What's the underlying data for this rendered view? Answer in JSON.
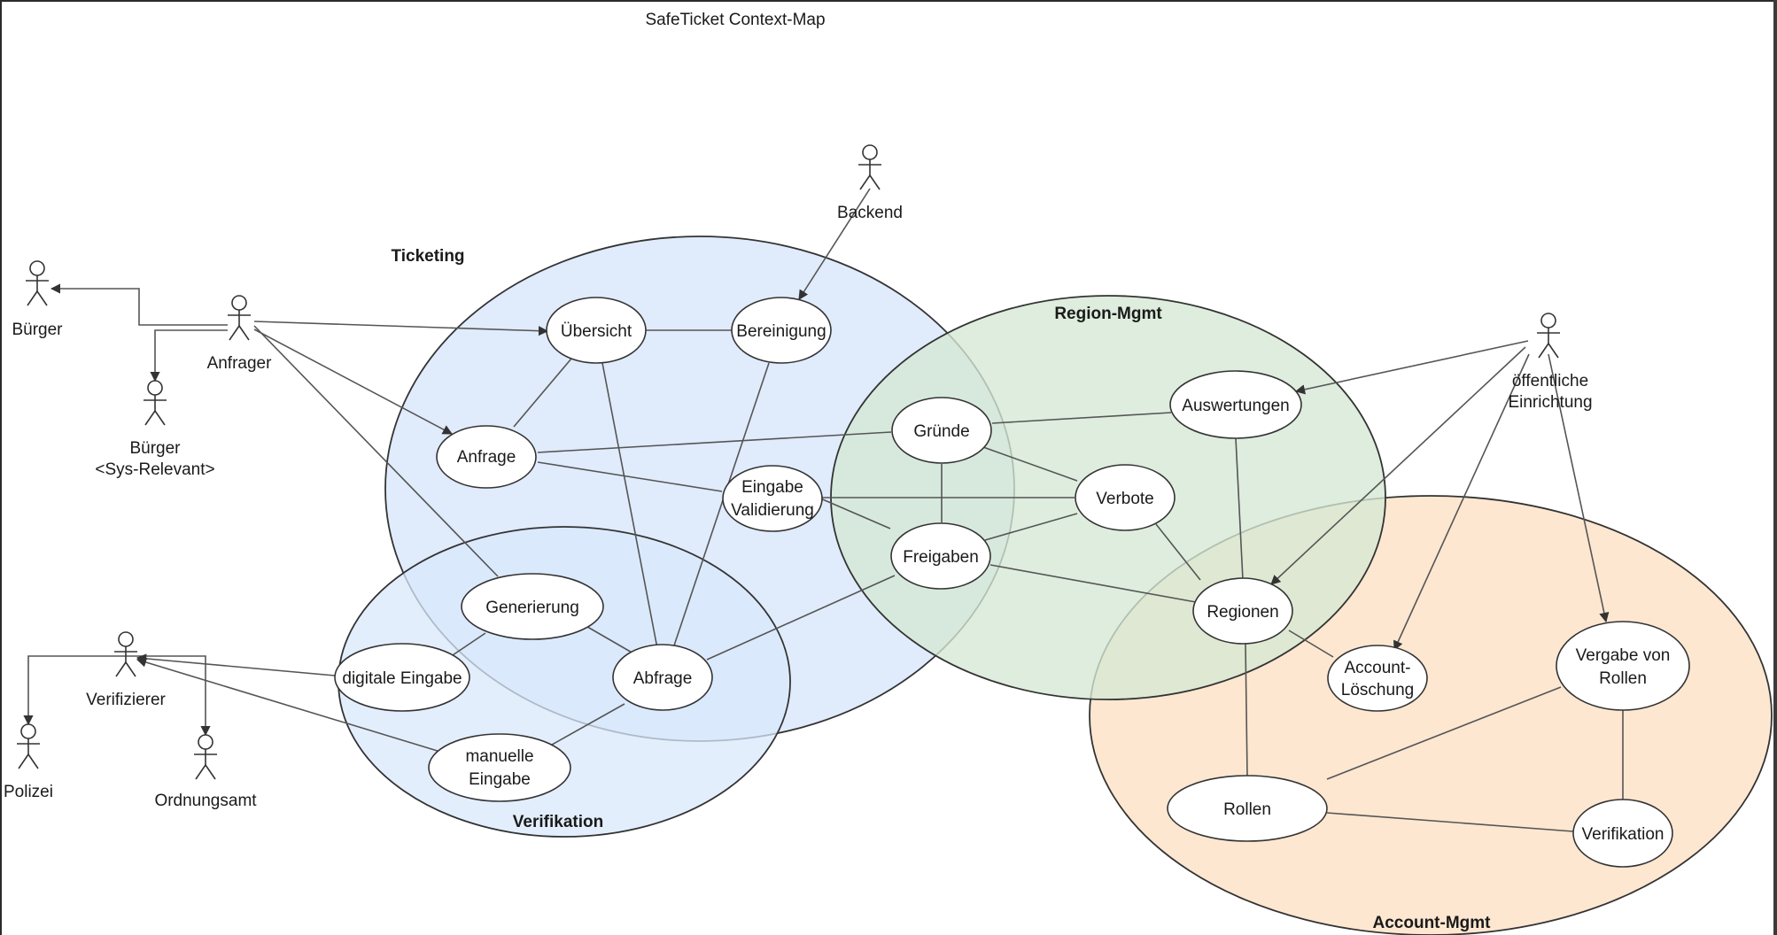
{
  "title": "SafeTicket Context-Map",
  "colors": {
    "ticketing_fill": "#dae8fc",
    "region_fill": "#d5e8d4",
    "account_fill": "#fde3c9",
    "outline": "#333333",
    "edge": "#555555"
  },
  "regions": {
    "ticketing": "Ticketing",
    "verifikation": "Verifikation",
    "region_mgmt": "Region-Mgmt",
    "account_mgmt": "Account-Mgmt"
  },
  "actors": {
    "backend": "Backend",
    "buerger": "Bürger",
    "anfrager": "Anfrager",
    "buerger_sys_1": "Bürger",
    "buerger_sys_2": "<Sys-Relevant>",
    "verifizierer": "Verifizierer",
    "polizei": "Polizei",
    "ordnungsamt": "Ordnungsamt",
    "oeffentliche_1": "öffentliche",
    "oeffentliche_2": "Einrichtung"
  },
  "use_cases": {
    "uebersicht": "Übersicht",
    "bereinigung": "Bereinigung",
    "anfrage": "Anfrage",
    "eingabe_validierung_1": "Eingabe",
    "eingabe_validierung_2": "Validierung",
    "generierung": "Generierung",
    "digitale_eingabe": "digitale Eingabe",
    "abfrage": "Abfrage",
    "manuelle_eingabe_1": "manuelle",
    "manuelle_eingabe_2": "Eingabe",
    "gruende": "Gründe",
    "verbote": "Verbote",
    "freigaben": "Freigaben",
    "auswertungen": "Auswertungen",
    "regionen": "Regionen",
    "account_loeschung_1": "Account-",
    "account_loeschung_2": "Löschung",
    "vergabe_von_rollen_1": "Vergabe von",
    "vergabe_von_rollen_2": "Rollen",
    "rollen": "Rollen",
    "verifikation": "Verifikation"
  }
}
